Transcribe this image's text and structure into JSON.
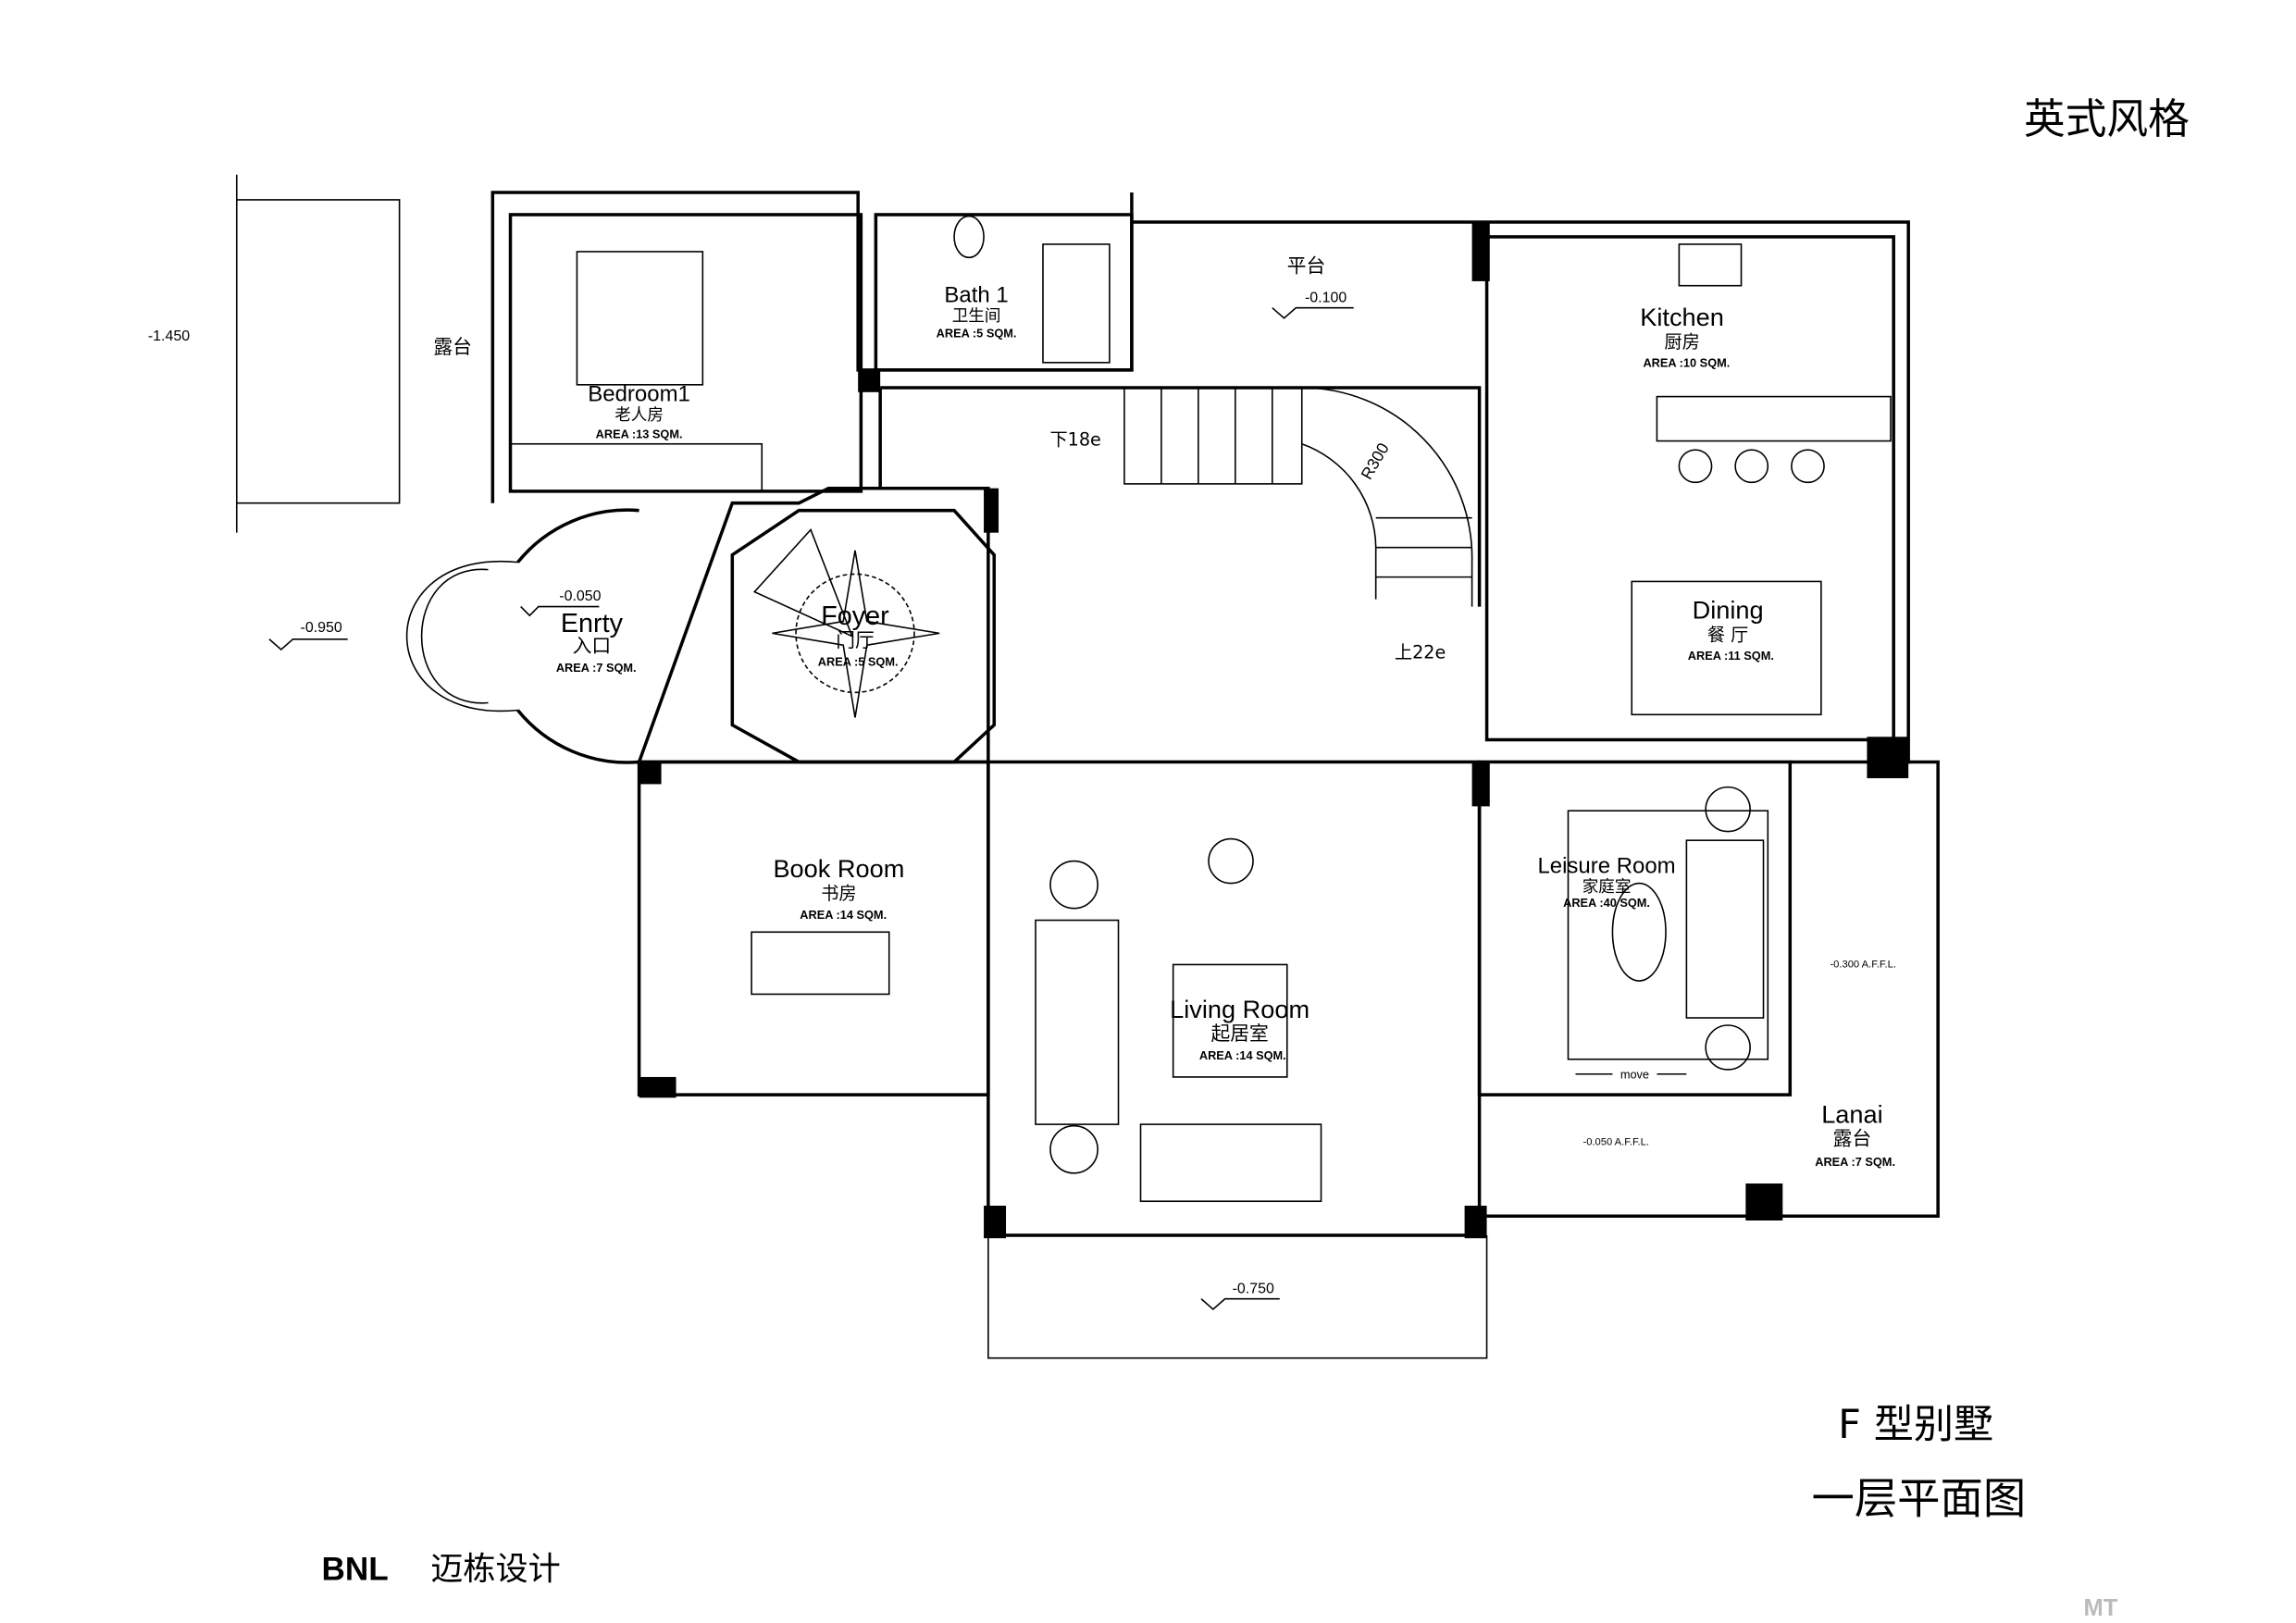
{
  "title": "英式风格",
  "subtitle_type": "F 型别墅",
  "subtitle_plan": "一层平面图",
  "brand": {
    "logo": "BNL",
    "name": "迈栋设计"
  },
  "watermark": "MT",
  "rooms": {
    "bedroom": {
      "en": "Bedroom1",
      "zh": "老人房",
      "area": "AREA :13 SQM."
    },
    "bath": {
      "en": "Bath 1",
      "zh": "卫生间",
      "area": "AREA :5 SQM."
    },
    "kitchen": {
      "en": "Kitchen",
      "zh": "厨房",
      "area": "AREA :10 SQM."
    },
    "dining": {
      "en": "Dining",
      "zh": "餐 厅",
      "area": "AREA :11 SQM."
    },
    "entry": {
      "en": "Enrty",
      "zh": "入口",
      "area": "AREA :7 SQM."
    },
    "foyer": {
      "en": "Foyer",
      "zh": "门厅",
      "area": "AREA :5 SQM."
    },
    "book": {
      "en": "Book Room",
      "zh": "书房",
      "area": "AREA :14 SQM."
    },
    "living": {
      "en": "Living Room",
      "zh": "起居室",
      "area": "AREA :14 SQM."
    },
    "leisure": {
      "en": "Leisure Room",
      "zh": "家庭室",
      "area": "AREA :40 SQM."
    },
    "lanai": {
      "en": "Lanai",
      "zh": "露台",
      "area": "AREA :7 SQM."
    }
  },
  "labels": {
    "terrace_left": "露台",
    "platform": "平台",
    "stair_down": "下18e",
    "stair_up": "上22e",
    "radius": "R300",
    "move": "move"
  },
  "levels": {
    "l1": "-1.450",
    "l2": "-0.100",
    "l3": "-0.950",
    "l4": "-0.050",
    "l5": "-0.750",
    "l6": "-0.300 A.F.F.L.",
    "l7": "-0.050 A.F.F.L."
  }
}
